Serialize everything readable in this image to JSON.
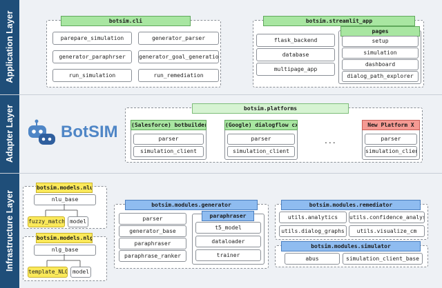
{
  "layers": {
    "application": "Application Layer",
    "adapter": "Adapter Layer",
    "infrastructure": "Infrastructure Layer"
  },
  "logo": {
    "text": "BotSIM"
  },
  "cli": {
    "title": "botsim.cli",
    "items": [
      "parepare_simulation",
      "generator_parser",
      "generator_paraphrser",
      "generator_goal_generation",
      "run_simulation",
      "run_remediation"
    ]
  },
  "streamlit": {
    "title": "botsim.streamlit_app",
    "items": [
      "flask_backend",
      "database",
      "multipage_app"
    ],
    "pages": {
      "title": "pages",
      "items": [
        "setup",
        "simulation",
        "dashboard",
        "dialog_path_explorer"
      ]
    }
  },
  "platforms": {
    "title": "botsim.platforms",
    "salesforce": {
      "title": "(Salesforce) botbuilder",
      "items": [
        "parser",
        "simulation_client"
      ]
    },
    "google": {
      "title": "(Google) dialogflow cx",
      "items": [
        "parser",
        "simulation_client"
      ]
    },
    "ellipsis": "...",
    "new": {
      "title": "New Platform X",
      "items": [
        "parser",
        "simulation_client"
      ]
    }
  },
  "nlu": {
    "title": "botsim.models.nlu",
    "base": "nlu_base",
    "children": [
      "fuzzy_match",
      "model"
    ]
  },
  "nlg": {
    "title": "botsim.models.nlg",
    "base": "nlg_base",
    "children": [
      "template_NLG",
      "model"
    ]
  },
  "generator": {
    "title": "botsim.modules.generator",
    "items": [
      "parser",
      "generator_base",
      "paraphraser",
      "paraphrase_ranker"
    ],
    "paraphraser": {
      "title": "paraphraser",
      "items": [
        "t5_model",
        "dataloader",
        "trainer"
      ]
    }
  },
  "remediator": {
    "title": "botsim.modules.remediator",
    "items": [
      "utils.analytics",
      "utils.confidence_analysis",
      "utils.dialog_graphs",
      "utils.visualize_cm"
    ]
  },
  "simulator": {
    "title": "botsim.modules.simulator",
    "items": [
      "abus",
      "simulation_client_base"
    ]
  },
  "colors": {
    "rail": "#1f4e79",
    "green_header": "#a8e6a1",
    "blue_header": "#8fbcf0",
    "yellow_header": "#fbe95a",
    "red_header": "#f59a93",
    "logo_blue": "#4f86c6"
  }
}
